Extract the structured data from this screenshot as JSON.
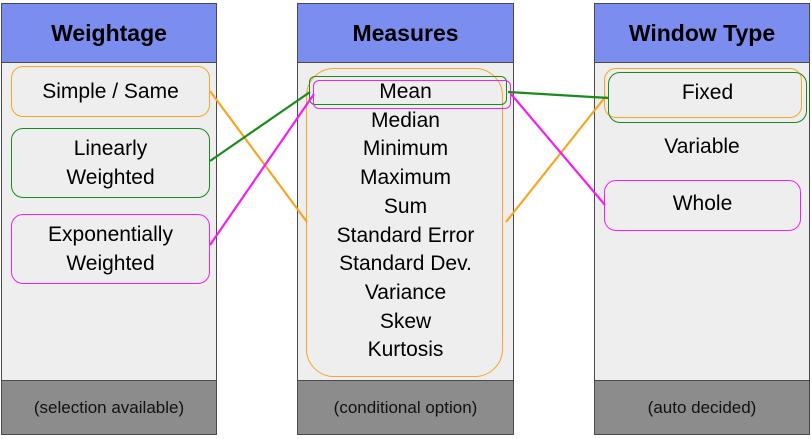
{
  "colors": {
    "orange": "#f5a623",
    "green": "#1a8a1a",
    "magenta": "#f020f0",
    "header": "#7b8ef0",
    "footer": "#8c8c8c",
    "panel": "#eeeeee"
  },
  "weightage": {
    "title": "Weightage",
    "options": [
      "Simple / Same",
      "Linearly Weighted",
      "Exponentially Weighted"
    ],
    "footer": "(selection available)"
  },
  "measures": {
    "title": "Measures",
    "items": [
      "Mean",
      "Median",
      "Minimum",
      "Maximum",
      "Sum",
      "Standard Error",
      "Standard Dev.",
      "Variance",
      "Skew",
      "Kurtosis"
    ],
    "footer": "(conditional option)"
  },
  "window_type": {
    "title": "Window Type",
    "options": [
      "Fixed",
      "Variable",
      "Whole"
    ],
    "footer": "(auto decided)"
  },
  "links": [
    {
      "from": "Simple / Same",
      "to": "Measures (all)",
      "color": "orange"
    },
    {
      "from": "Measures (all)",
      "to": "Fixed",
      "color": "orange"
    },
    {
      "from": "Linearly Weighted",
      "to": "Mean",
      "color": "green"
    },
    {
      "from": "Mean",
      "to": "Fixed",
      "color": "green"
    },
    {
      "from": "Exponentially Weighted",
      "to": "Mean",
      "color": "magenta"
    },
    {
      "from": "Mean",
      "to": "Whole",
      "color": "magenta"
    }
  ]
}
